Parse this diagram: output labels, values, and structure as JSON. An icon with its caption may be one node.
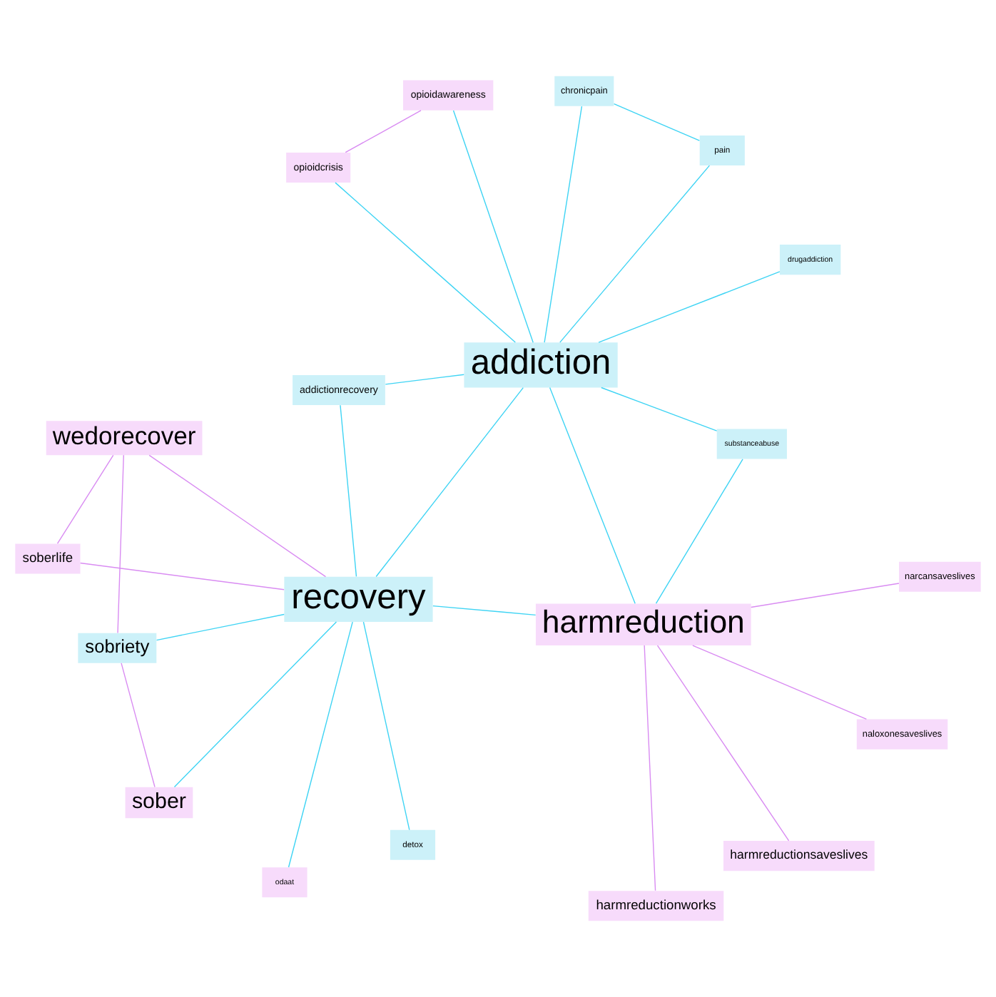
{
  "diagram": {
    "nodes": [
      {
        "text": [
          "sobriety"
        ]
      },
      {
        "text": [
          "odaat"
        ]
      },
      {
        "text": [
          "sober"
        ]
      },
      {
        "text": [
          "wedorecover"
        ]
      },
      {
        "text": [
          "detox"
        ]
      },
      {
        "text": [
          "soberlife"
        ]
      },
      {
        "text": [
          "recovery"
        ]
      },
      {
        "text": [
          "substanceabuse"
        ]
      },
      {
        "text": [
          "addictionrecovery"
        ]
      },
      {
        "text": [
          "harmreductionsaveslives"
        ]
      },
      {
        "text": [
          "harmreduction"
        ]
      },
      {
        "text": [
          "harmreductionworks"
        ]
      },
      {
        "text": [
          "narcansaveslives"
        ]
      },
      {
        "text": [
          "drugaddiction"
        ]
      },
      {
        "text": [
          "pain"
        ]
      },
      {
        "text": [
          "addiction"
        ]
      },
      {
        "text": [
          "naloxonesaveslives"
        ]
      },
      {
        "text": [
          "opioidawareness"
        ]
      },
      {
        "text": [
          "opioidcrisis"
        ]
      },
      {
        "text": [
          "chronicpain"
        ]
      }
    ],
    "edges": [
      {
        "from": 6,
        "to": 15,
        "arrow": "none"
      },
      {
        "from": 6,
        "to": 10,
        "arrow": "none"
      },
      {
        "from": 10,
        "to": 15,
        "arrow": "none"
      },
      {
        "from": 6,
        "to": 3,
        "arrow": "none",
        "color": "#d98cf2"
      },
      {
        "from": 6,
        "to": 2,
        "arrow": "none"
      },
      {
        "from": 6,
        "to": 0,
        "arrow": "none"
      },
      {
        "from": 6,
        "to": 5,
        "arrow": "none",
        "color": "#d98cf2"
      },
      {
        "from": 6,
        "to": 8,
        "arrow": "none"
      },
      {
        "from": 6,
        "to": 4,
        "arrow": "none"
      },
      {
        "from": 6,
        "to": 1,
        "arrow": "none"
      },
      {
        "from": 2,
        "to": 0,
        "arrow": "none",
        "color": "#d98cf2"
      },
      {
        "from": 3,
        "to": 0,
        "arrow": "none",
        "color": "#d98cf2"
      },
      {
        "from": 3,
        "to": 5,
        "arrow": "none",
        "color": "#d98cf2"
      },
      {
        "from": 10,
        "to": 9,
        "arrow": "none",
        "color": "#d98cf2"
      },
      {
        "from": 10,
        "to": 11,
        "arrow": "none",
        "color": "#d98cf2"
      },
      {
        "from": 10,
        "to": 12,
        "arrow": "none",
        "color": "#d98cf2"
      },
      {
        "from": 10,
        "to": 16,
        "arrow": "none",
        "color": "#d98cf2"
      },
      {
        "from": 10,
        "to": 7,
        "arrow": "none"
      },
      {
        "from": 15,
        "to": 13,
        "arrow": "none"
      },
      {
        "from": 15,
        "to": 14,
        "arrow": "none"
      },
      {
        "from": 15,
        "to": 17,
        "arrow": "none"
      },
      {
        "from": 15,
        "to": 18,
        "arrow": "none"
      },
      {
        "from": 15,
        "to": 19,
        "arrow": "none"
      },
      {
        "from": 15,
        "to": 7,
        "arrow": "none"
      },
      {
        "from": 15,
        "to": 8,
        "arrow": "none"
      },
      {
        "from": 14,
        "to": 19,
        "arrow": "none"
      },
      {
        "from": 17,
        "to": 18,
        "arrow": "none",
        "color": "#d98cf2"
      }
    ]
  }
}
